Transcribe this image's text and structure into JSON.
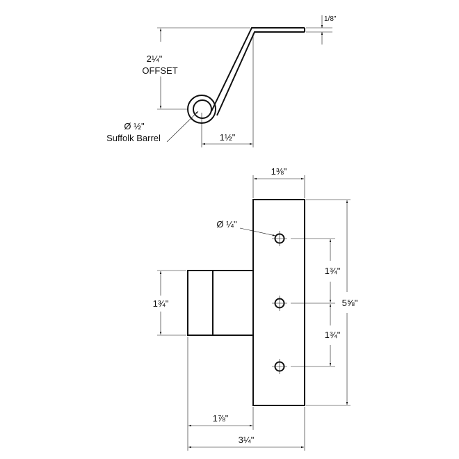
{
  "profile_view": {
    "thickness_label": "1/8\"",
    "offset_value": "2¼\"",
    "offset_word": "OFFSET",
    "barrel_diameter": "Ø ½\"",
    "barrel_name": "Suffolk Barrel",
    "horizontal_offset": "1½\""
  },
  "front_view": {
    "leaf_width": "1⅜\"",
    "hole_diameter": "Ø ¼\"",
    "hole_spacing_upper": "1¾\"",
    "hole_spacing_lower": "1¾\"",
    "leaf_height": "5⅝\"",
    "barrel_height": "1¾\"",
    "barrel_offset_width": "1⅞\"",
    "overall_width": "3¼\""
  }
}
